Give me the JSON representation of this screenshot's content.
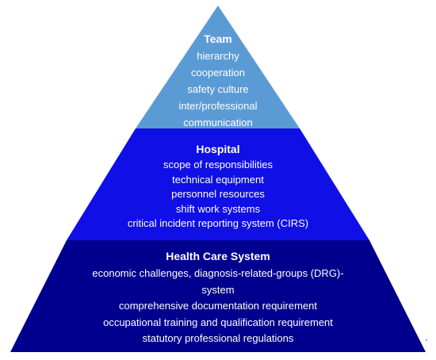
{
  "pyramid": {
    "tiers": [
      {
        "title": "Team",
        "color": "#5b9bd5",
        "items": [
          "hierarchy",
          "cooperation",
          "safety culture",
          "inter/professional",
          "communication"
        ]
      },
      {
        "title": "Hospital",
        "color": "#0f0fe6",
        "items": [
          "scope of responsibilities",
          "technical equipment",
          "personnel resources",
          "shift work systems",
          "critical incident reporting system (CIRS)"
        ]
      },
      {
        "title": "Health Care System",
        "color": "#00008e",
        "items": [
          "economic challenges, diagnosis-related-groups (DRG)-",
          "system",
          "comprehensive documentation requirement",
          "occupational training and qualification requirement",
          "statutory professional regulations"
        ]
      }
    ]
  }
}
